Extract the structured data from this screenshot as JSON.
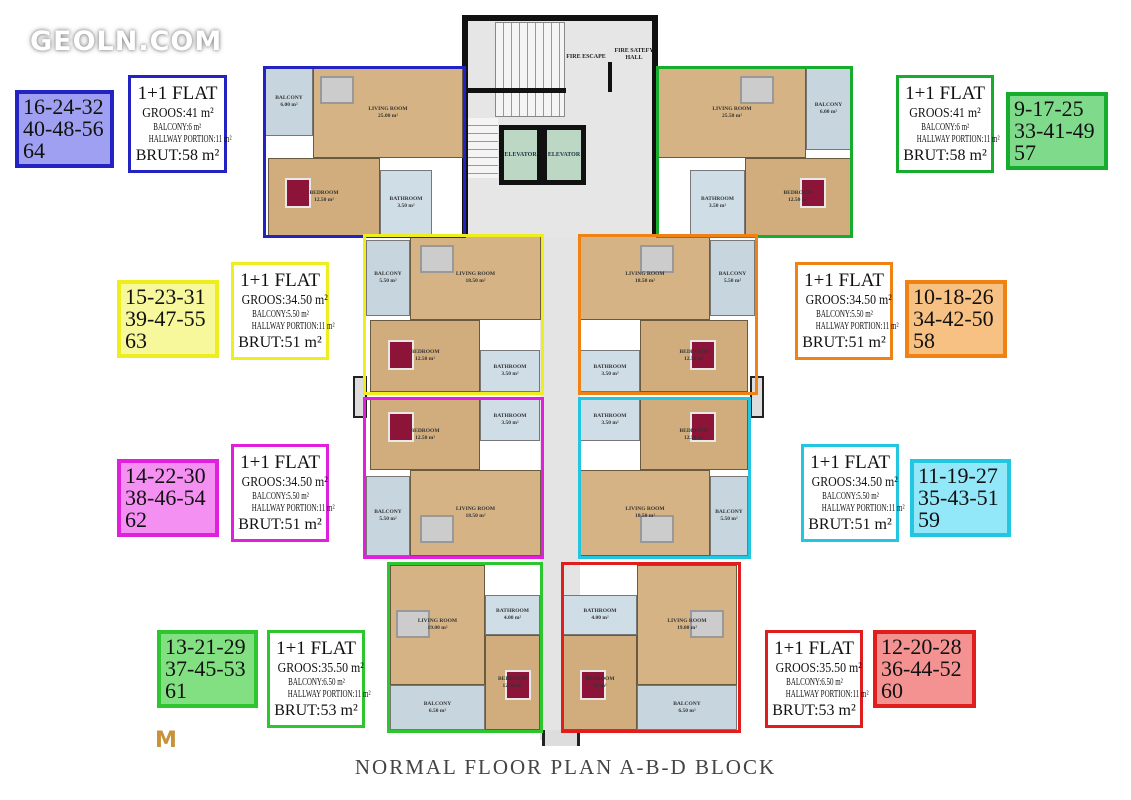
{
  "watermark": "GEOLN.COM",
  "logo_letter": "M",
  "title": "NORMAL FLOOR PLAN  A-B-D BLOCK",
  "core": {
    "fire_escape": "FIRE ESCAPE",
    "fire_safety_hall": "FIRE SATEFY HALL",
    "elevators": [
      "ELEVATOR",
      "ELEVATOR"
    ]
  },
  "units": [
    {
      "id": "blue",
      "color": "#2323c4",
      "fill": "#a0a0f2",
      "numbers": [
        "16-24-32",
        "40-48-56",
        "64"
      ],
      "info": {
        "type": "1+1 FLAT",
        "groos": "GROOS:41 m²",
        "balcony": "BALCONY:6 m²",
        "hallway": "HALLWAY PORTION:11 m²",
        "brut": "BRUT:58 m²"
      },
      "rooms": [
        {
          "name": "BALCONY",
          "area": "6.00 m²"
        },
        {
          "name": "LIVING ROOM",
          "area": "25.00 m²"
        },
        {
          "name": "BEDROOM",
          "area": "12.50 m²"
        },
        {
          "name": "BATHROOM",
          "area": "3.50 m²"
        }
      ]
    },
    {
      "id": "green-top",
      "color": "#16ad2e",
      "fill": "#80da8c",
      "numbers": [
        "9-17-25",
        "33-41-49",
        "57"
      ],
      "info": {
        "type": "1+1 FLAT",
        "groos": "GROOS:41 m²",
        "balcony": "BALCONY:6 m²",
        "hallway": "HALLWAY PORTION:11 m²",
        "brut": "BRUT:58 m²"
      },
      "rooms": [
        {
          "name": "BALCONY",
          "area": "6.00 m²"
        },
        {
          "name": "LIVING ROOM",
          "area": "25.50 m²"
        },
        {
          "name": "BEDROOM",
          "area": "12.50 m²"
        },
        {
          "name": "BATHROOM",
          "area": "3.50 m²"
        }
      ]
    },
    {
      "id": "yellow",
      "color": "#eeee1e",
      "fill": "#f7f79c",
      "numbers": [
        "15-23-31",
        "39-47-55",
        "63"
      ],
      "info": {
        "type": "1+1 FLAT",
        "groos": "GROOS:34.50 m²",
        "balcony": "BALCONY:5.50 m²",
        "hallway": "HALLWAY PORTION:11 m²",
        "brut": "BRUT:51 m²"
      },
      "rooms": [
        {
          "name": "BALCONY",
          "area": "5.50 m²"
        },
        {
          "name": "LIVING ROOM",
          "area": "18.50 m²"
        },
        {
          "name": "BEDROOM",
          "area": "12.50 m²"
        },
        {
          "name": "BATHROOM",
          "area": "3.50 m²"
        }
      ]
    },
    {
      "id": "orange",
      "color": "#f08214",
      "fill": "#f8c184",
      "numbers": [
        "10-18-26",
        "34-42-50",
        "58"
      ],
      "info": {
        "type": "1+1 FLAT",
        "groos": "GROOS:34.50 m²",
        "balcony": "BALCONY:5.50 m²",
        "hallway": "HALLWAY PORTION:11 m²",
        "brut": "BRUT:51 m²"
      },
      "rooms": [
        {
          "name": "BALCONY",
          "area": "5.50 m²"
        },
        {
          "name": "LIVING ROOM",
          "area": "18.50 m²"
        },
        {
          "name": "BEDROOM",
          "area": "12.50 m²"
        },
        {
          "name": "BATHROOM",
          "area": "3.50 m²"
        }
      ]
    },
    {
      "id": "magenta",
      "color": "#e020dc",
      "fill": "#f590f3",
      "numbers": [
        "14-22-30",
        "38-46-54",
        "62"
      ],
      "info": {
        "type": "1+1 FLAT",
        "groos": "GROOS:34.50 m²",
        "balcony": "BALCONY:5.50 m²",
        "hallway": "HALLWAY PORTION:11 m²",
        "brut": "BRUT:51 m²"
      },
      "rooms": [
        {
          "name": "BALCONY",
          "area": "5.50 m²"
        },
        {
          "name": "LIVING ROOM",
          "area": "18.50 m²"
        },
        {
          "name": "BEDROOM",
          "area": "12.50 m²"
        },
        {
          "name": "BATHROOM",
          "area": "3.50 m²"
        }
      ]
    },
    {
      "id": "cyan",
      "color": "#22c6e0",
      "fill": "#92e8f8",
      "numbers": [
        "11-19-27",
        "35-43-51",
        "59"
      ],
      "info": {
        "type": "1+1 FLAT",
        "groos": "GROOS:34.50 m²",
        "balcony": "BALCONY:5.50 m²",
        "hallway": "HALLWAY PORTION:11 m²",
        "brut": "BRUT:51 m²"
      },
      "rooms": [
        {
          "name": "BALCONY",
          "area": "5.50 m²"
        },
        {
          "name": "LIVING ROOM",
          "area": "18.50 m²"
        },
        {
          "name": "BEDROOM",
          "area": "12.50 m²"
        },
        {
          "name": "BATHROOM",
          "area": "3.50 m²"
        }
      ]
    },
    {
      "id": "green-bottom",
      "color": "#2ec62e",
      "fill": "#82e082",
      "numbers": [
        "13-21-29",
        "37-45-53",
        "61"
      ],
      "info": {
        "type": "1+1 FLAT",
        "groos": "GROOS:35.50 m²",
        "balcony": "BALCONY:6.50 m²",
        "hallway": "HALLWAY PORTION:11 m²",
        "brut": "BRUT:53 m²"
      },
      "rooms": [
        {
          "name": "BALCONY",
          "area": "6.50 m²"
        },
        {
          "name": "LIVING ROOM",
          "area": "19.00 m²"
        },
        {
          "name": "BEDROOM",
          "area": "12.50 m²"
        },
        {
          "name": "BATHROOM",
          "area": "4.00 m²"
        }
      ]
    },
    {
      "id": "red",
      "color": "#e01e1e",
      "fill": "#f49292",
      "numbers": [
        "12-20-28",
        "36-44-52",
        "60"
      ],
      "info": {
        "type": "1+1 FLAT",
        "groos": "GROOS:35.50 m²",
        "balcony": "BALCONY:6.50 m²",
        "hallway": "HALLWAY PORTION:11 m²",
        "brut": "BRUT:53 m²"
      },
      "rooms": [
        {
          "name": "BALCONY",
          "area": "6.50 m²"
        },
        {
          "name": "LIVING ROOM",
          "area": "19.00 m²"
        },
        {
          "name": "BEDROOM",
          "area": "12 m²"
        },
        {
          "name": "BATHROOM",
          "area": "4.00 m²"
        }
      ]
    }
  ]
}
